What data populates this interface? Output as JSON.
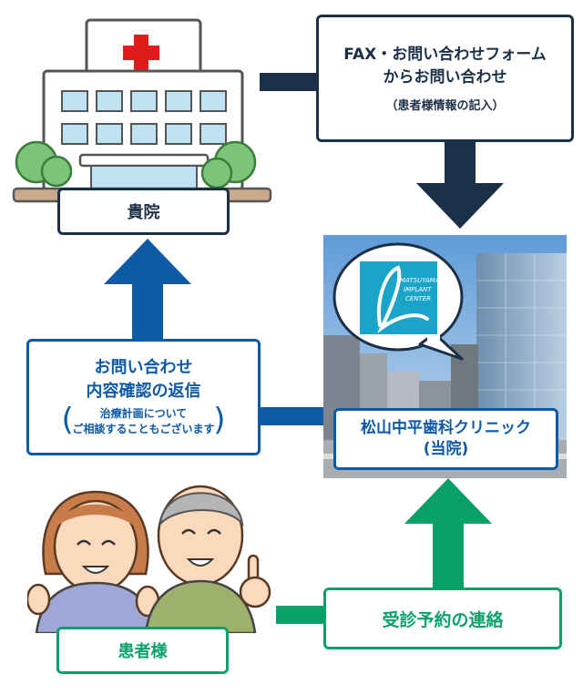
{
  "hospital": {
    "label": "貴院"
  },
  "fax_box": {
    "line1": "FAX・お問い合わせフォーム",
    "line2": "からお問い合わせ",
    "note": "（患者様情報の記入）"
  },
  "clinic": {
    "label_line1": "松山中平歯科クリニック",
    "label_line2": "(当院)",
    "logo_text_1": "MATSUYAMA",
    "logo_text_2": "IMPLANT",
    "logo_text_3": "CENTER"
  },
  "reply_box": {
    "line1": "お問い合わせ",
    "line2": "内容確認の返信",
    "sub1": "治療計画について",
    "sub2": "ご相談することもございます"
  },
  "patient": {
    "label": "患者様"
  },
  "appointment_box": {
    "label": "受診予約の連絡"
  },
  "colors": {
    "navy": "#1b3046",
    "blue": "#0e5aa7",
    "green": "#0aa06a"
  }
}
